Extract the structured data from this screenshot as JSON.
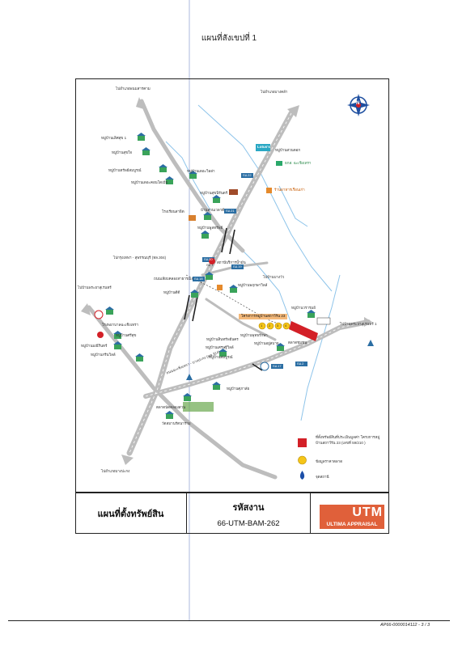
{
  "page_title": "แผนที่สังเขปที่ 1",
  "map": {
    "labels": {
      "road_top_left": "ไปอำเภอพนมสารคาม",
      "road_top_right": "ไปอำเภอบางคล้า",
      "road_mid_left": "ไปกรุงเทพฯ - สุพรรณบุรี (ทล.304)",
      "road_left": "ไปบ้านพระยาสุเรนทร์",
      "road_right": "ไปบ้านพระยาสุเรนทร์ 1",
      "road_bottom": "ไปอำเภอบางปะกง",
      "road_bottom_right": "ไปบ้านบางวัว",
      "highway_name": "ถนนฉะเชิงเทรา - บางปะกง (ทล.314)",
      "subject_road": "โครงการหมู่บ้านสถาวีรัน 23",
      "marker_nums": [
        "1",
        "2",
        "3",
        "4"
      ],
      "km_badges": [
        "กม.22",
        "กม.21",
        "กม.20",
        "กม.19",
        "กม.18",
        "กม.17",
        "กม.2",
        "กม.3"
      ],
      "places": [
        "หมู่บ้านเลิศสุข 1",
        "หมู่บ้านสุขใจ",
        "หมู่บ้านทรัพย์สมบูรณ์",
        "หมู่บ้านเดอะคอนโดเมีย",
        "หมู่บ้านเดอะวิลล่า",
        "หมู่บ้านสุขนิรันดร์",
        "หมู่บ้านพูลทรัพย์",
        "บ้านสวนเวลาดี",
        "หมู่บ้านสวนดอก",
        "Lotus's",
        "ธกส. ฉะเชิงเทรา",
        "ร้านอาหารเรือนเก่า",
        "โรงเรียนสาธิต",
        "ถนนเลียบคลองสาธารณะ",
        "หมู่บ้านดีดี",
        "หมู่บ้านพฤกษาวิลล์",
        "โรงพยาบาลฉะเชิงเทรา",
        "หมู่บ้านมณีรินทร์",
        "หมู่บ้านกรีนวิลล์",
        "หมู่บ้านเศรษฐีวิลล์",
        "หมู่บ้านสินทรัพย์นคร",
        "ตลาดนัดคลองสวน",
        "หมู่บ้านศุภาลัย",
        "หมู่บ้านวรารมย์",
        "หมู่บ้านพุทธรักษา",
        "หมู่บ้านอยู่สบาย",
        "หมู่บ้านสมบูรณ์",
        "วัดสมานรัตนาราม",
        "สถานีบริการน้ำมัน",
        "หมู่บ้านศรีสุข",
        "ตลาดชุมชน"
      ],
      "compass": "N"
    },
    "legend": {
      "subject": "ที่ตั้งทรัพย์สินที่ประเมินมูลค่า โครงการหมู่บ้านสถาวีรัน 23 (เลขที่ 59/210 )",
      "comparable": "ข้อมูลราคาตลาด",
      "gas": "จุดสถานี"
    }
  },
  "footer": {
    "left_title": "แผนที่ตั้งทรัพย์สิน",
    "code_label": "รหัสงาน",
    "code": "66-UTM-BAM-262",
    "logo_big": "UTM",
    "logo_small": "ULTIMA APPRAISAL"
  },
  "page_code": "AP66-0000014112 - 3 / 3",
  "colors": {
    "road_gray": "#b8b8b8",
    "river_blue": "#8ec4ea",
    "subject_red": "#d32027",
    "comparable_yellow": "#f5c518",
    "accent_orange": "#e0603a"
  }
}
